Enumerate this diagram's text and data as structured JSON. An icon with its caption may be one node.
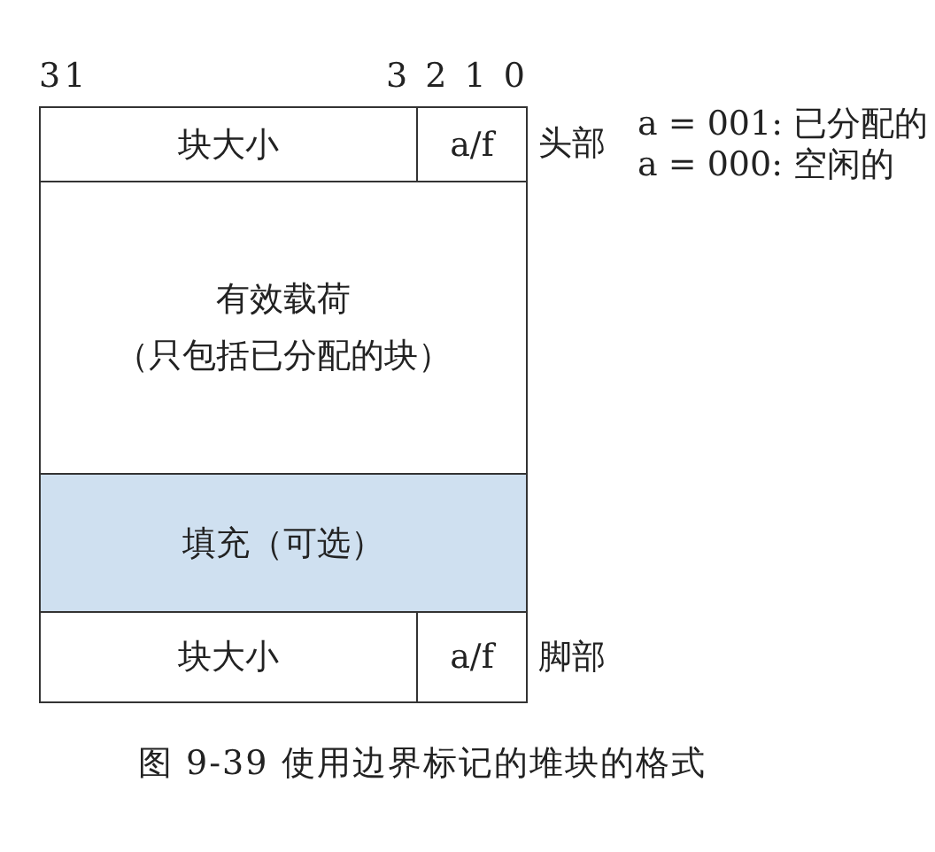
{
  "diagram": {
    "caption": "图 9-39 使用边界标记的堆块的格式",
    "nodes": [
      {
        "text": [
          "块大小"
        ]
      },
      {
        "text": [
          "a/f"
        ],
        "beside": [
          "头部"
        ]
      },
      {
        "text": [
          "有效载荷",
          "（只包括已分配的块）"
        ]
      },
      {
        "text": [
          "填充（可选）"
        ]
      },
      {
        "text": [
          "块大小"
        ]
      },
      {
        "text": [
          "a/f"
        ],
        "beside": [
          "脚部"
        ]
      }
    ],
    "labels": [
      "31",
      "3 2 1 0",
      "a = 001: 已分配的",
      "a = 000: 空闲的"
    ]
  }
}
